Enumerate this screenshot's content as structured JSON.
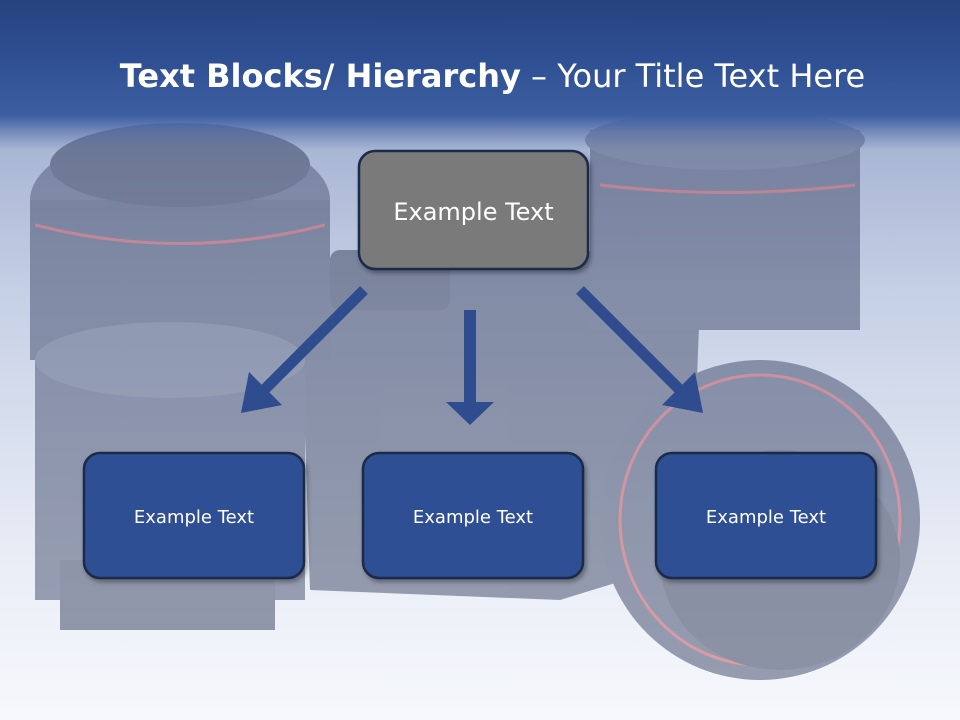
{
  "title": {
    "bold": "Text Blocks/ Hierarchy",
    "dash": " – ",
    "plain": "Your Title Text Here"
  },
  "diagram": {
    "root": {
      "label": "Example Text"
    },
    "children": [
      {
        "label": "Example Text"
      },
      {
        "label": "Example Text"
      },
      {
        "label": "Example Text"
      }
    ]
  },
  "colors": {
    "title_band": "#2f4f93",
    "root_fill": "#7a7a7a",
    "child_fill": "#2f5094",
    "border": "#1b2a48",
    "arrow": "#2e4c8e"
  }
}
